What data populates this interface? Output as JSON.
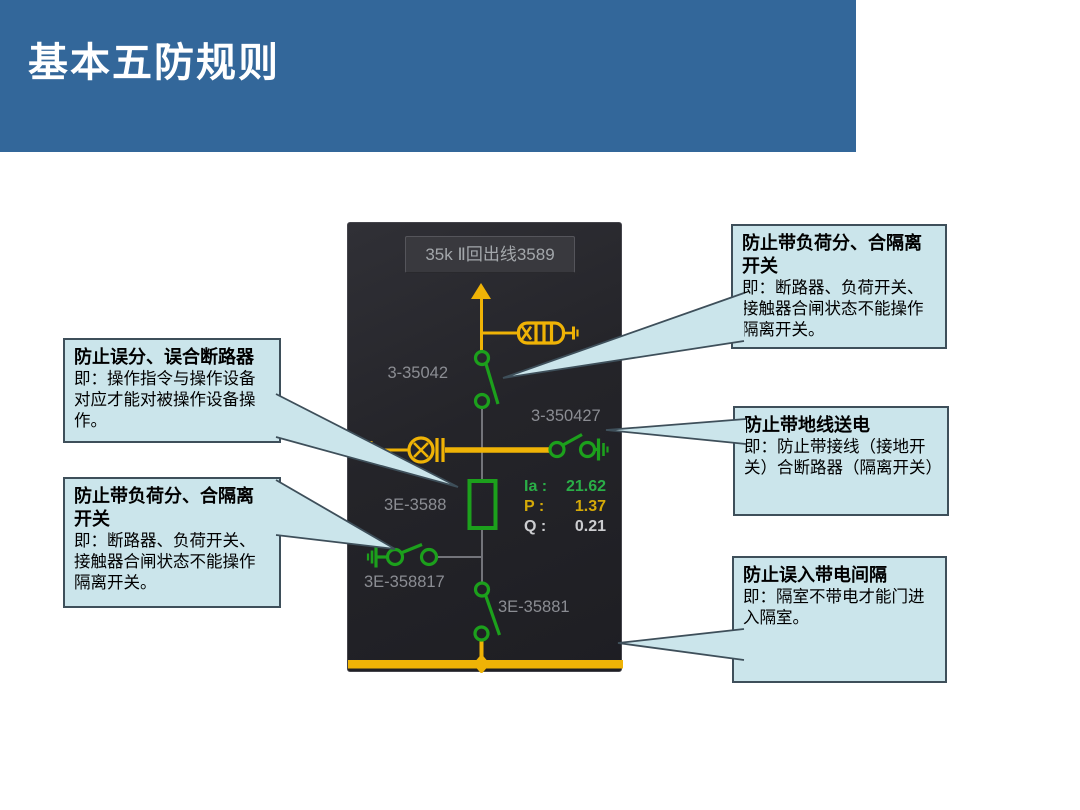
{
  "header": {
    "title": "基本五防规则",
    "bg_color": "#33679a",
    "text_color": "#ffffff"
  },
  "diagram": {
    "feeder_title": "35k Ⅱ回出线3589",
    "devices": {
      "disconnector_top": "3-35042",
      "earth_switch_right": "3-350427",
      "breaker": "3E-3588",
      "earth_switch_left": "3E-358817",
      "disconnector_bottom": "3E-35881"
    },
    "measurements": [
      {
        "label": "Ia :",
        "value": "21.62",
        "color": "#2aae47"
      },
      {
        "label": "P :",
        "value": "1.37",
        "color": "#d4a908"
      },
      {
        "label": "Q :",
        "value": "0.21",
        "color": "#cccdd0"
      }
    ],
    "icons": [
      "up-arrow-icon",
      "surge-arrester-icon",
      "disconnector-switch-icon",
      "voltage-transformer-icon",
      "earth-switch-icon",
      "circuit-breaker-icon",
      "busbar"
    ],
    "colors": {
      "energized_yellow": "#efb306",
      "device_green": "#1ca01c",
      "label_gray": "#8b8d93",
      "panel_bg": "#232328"
    }
  },
  "callouts": [
    {
      "title": "防止误分、误合断路器",
      "body": "即：操作指令与操作设备对应才能对被操作设备操作。"
    },
    {
      "title": "防止带负荷分、合隔离开关",
      "body": "即：断路器、负荷开关、接触器合闸状态不能操作隔离开关。"
    },
    {
      "title": "防止带负荷分、合隔离开关",
      "body": "即：断路器、负荷开关、接触器合闸状态不能操作隔离开关。"
    },
    {
      "title": "防止带地线送电",
      "body": "即：防止带接线（接地开关）合断路器（隔离开关）"
    },
    {
      "title": "防止误入带电间隔",
      "body": "即：隔室不带电才能门进入隔室。"
    }
  ],
  "callout_style": {
    "fill": "#cbe5eb",
    "border": "#3e4f5a"
  }
}
